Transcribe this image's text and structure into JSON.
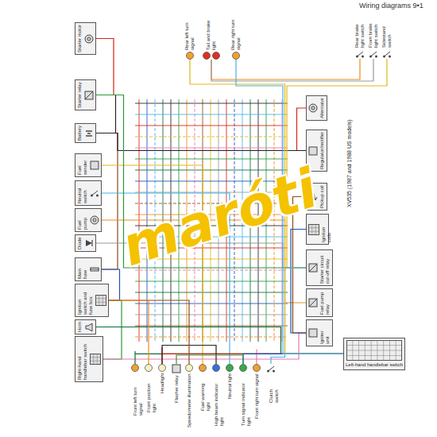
{
  "diagram": {
    "title": "Wiring diagrams 9•1",
    "caption": "XV535 (1987 and 1988 US models)",
    "nodes": [
      {
        "text": [
          "Starter motor"
        ]
      },
      {
        "text": [
          "Starter relay"
        ]
      },
      {
        "text": [
          "Battery"
        ]
      },
      {
        "text": [
          "Fuel sender"
        ]
      },
      {
        "text": [
          "Neutral switch"
        ]
      },
      {
        "text": [
          "Fuel pump"
        ]
      },
      {
        "text": [
          "Diode"
        ]
      },
      {
        "text": [
          "Main fuse"
        ]
      },
      {
        "text": [
          "Ignition switch and fuse box"
        ]
      },
      {
        "text": [
          "Horn"
        ]
      },
      {
        "text": [
          "Right-hand handlebar switch"
        ]
      },
      {
        "text": [
          "Rear left turn signal"
        ]
      },
      {
        "text": [
          "Tail and brake light"
        ]
      },
      {
        "text": [
          "Rear right turn signal"
        ]
      },
      {
        "text": [
          "Rear brake light switch"
        ]
      },
      {
        "text": [
          "Front brake light switch"
        ]
      },
      {
        "text": [
          "Sidestand switch"
        ]
      },
      {
        "text": [
          "Alternator"
        ]
      },
      {
        "text": [
          "Regulator/rectifier"
        ]
      },
      {
        "text": [
          "Pickup coil"
        ]
      },
      {
        "text": [
          "Ignition coils"
        ]
      },
      {
        "text": [
          "Starter circuit cut-off relay"
        ]
      },
      {
        "text": [
          "Fuel pump relay"
        ]
      },
      {
        "text": [
          "Igniter unit"
        ]
      },
      {
        "text": [
          "Left-hand handlebar switch"
        ]
      },
      {
        "text": [
          "Front left turn signal"
        ]
      },
      {
        "text": [
          "Front position light"
        ]
      },
      {
        "text": [
          "Headlight"
        ]
      },
      {
        "text": [
          "Flasher relay"
        ]
      },
      {
        "text": [
          "Speedometer illumination"
        ]
      },
      {
        "text": [
          "Fuel warning light"
        ]
      },
      {
        "text": [
          "High beam indicator light"
        ]
      },
      {
        "text": [
          "Neutral light"
        ]
      },
      {
        "text": [
          "Turn signal indicator light"
        ]
      },
      {
        "text": [
          "Front right turn signal"
        ]
      },
      {
        "text": [
          "Clutch switch"
        ]
      }
    ],
    "edges": [
      {
        "from": 0,
        "to": 1,
        "arrow": "none"
      },
      {
        "from": 1,
        "to": 2,
        "arrow": "none"
      },
      {
        "from": 2,
        "to": 7,
        "arrow": "none"
      },
      {
        "from": 7,
        "to": 8,
        "arrow": "none"
      },
      {
        "from": 8,
        "to": 10,
        "arrow": "none"
      },
      {
        "from": 3,
        "to": 30,
        "arrow": "none"
      },
      {
        "from": 4,
        "to": 32,
        "arrow": "none"
      },
      {
        "from": 5,
        "to": 22,
        "arrow": "none"
      },
      {
        "from": 6,
        "to": 21,
        "arrow": "none"
      },
      {
        "from": 9,
        "to": 24,
        "arrow": "none"
      },
      {
        "from": 10,
        "to": 23,
        "arrow": "none"
      },
      {
        "from": 17,
        "to": 18,
        "arrow": "none"
      },
      {
        "from": 18,
        "to": 2,
        "arrow": "none"
      },
      {
        "from": 19,
        "to": 23,
        "arrow": "none"
      },
      {
        "from": 20,
        "to": 23,
        "arrow": "none"
      },
      {
        "from": 21,
        "to": 1,
        "arrow": "none"
      },
      {
        "from": 16,
        "to": 21,
        "arrow": "none"
      },
      {
        "from": 35,
        "to": 21,
        "arrow": "none"
      },
      {
        "from": 14,
        "to": 12,
        "arrow": "none"
      },
      {
        "from": 15,
        "to": 12,
        "arrow": "none"
      },
      {
        "from": 24,
        "to": 25,
        "arrow": "none"
      },
      {
        "from": 24,
        "to": 34,
        "arrow": "none"
      },
      {
        "from": 24,
        "to": 27,
        "arrow": "none"
      },
      {
        "from": 27,
        "to": 31,
        "arrow": "none"
      },
      {
        "from": 8,
        "to": 29,
        "arrow": "none"
      },
      {
        "from": 24,
        "to": 33,
        "arrow": "none"
      },
      {
        "from": 28,
        "to": 33,
        "arrow": "none"
      },
      {
        "from": 11,
        "to": 24,
        "arrow": "none"
      },
      {
        "from": 13,
        "to": 24,
        "arrow": "none"
      },
      {
        "from": 8,
        "to": 26,
        "arrow": "none"
      }
    ],
    "labels": [
      "maróti"
    ]
  }
}
